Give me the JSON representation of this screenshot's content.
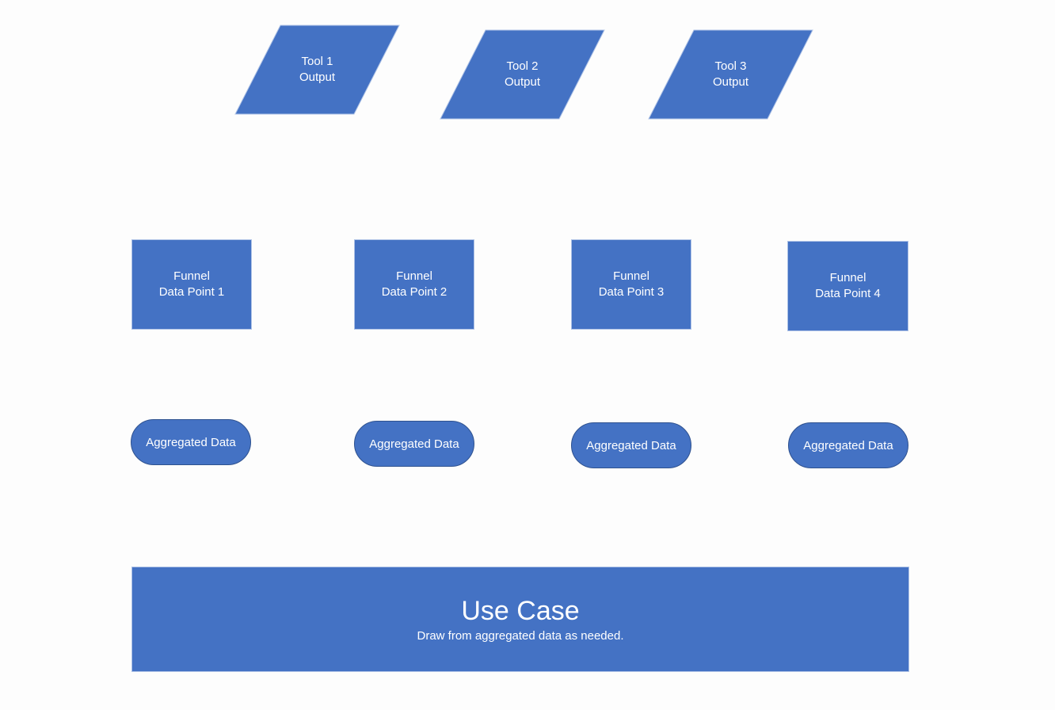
{
  "colors": {
    "shape_fill": "#4472c4",
    "pill_border": "#2f528f",
    "text": "#ffffff",
    "background": "#fdfdfd"
  },
  "tool_outputs": [
    {
      "line1": "Tool 1",
      "line2": "Output"
    },
    {
      "line1": "Tool 2",
      "line2": "Output"
    },
    {
      "line1": "Tool 3",
      "line2": "Output"
    }
  ],
  "funnel_points": [
    {
      "line1": "Funnel",
      "line2": "Data Point 1"
    },
    {
      "line1": "Funnel",
      "line2": "Data Point 2"
    },
    {
      "line1": "Funnel",
      "line2": "Data Point 3"
    },
    {
      "line1": "Funnel",
      "line2": "Data Point 4"
    }
  ],
  "aggregated": [
    {
      "label": "Aggregated Data"
    },
    {
      "label": "Aggregated Data"
    },
    {
      "label": "Aggregated Data"
    },
    {
      "label": "Aggregated Data"
    }
  ],
  "use_case": {
    "title": "Use Case",
    "subtitle": "Draw from aggregated data as needed."
  }
}
